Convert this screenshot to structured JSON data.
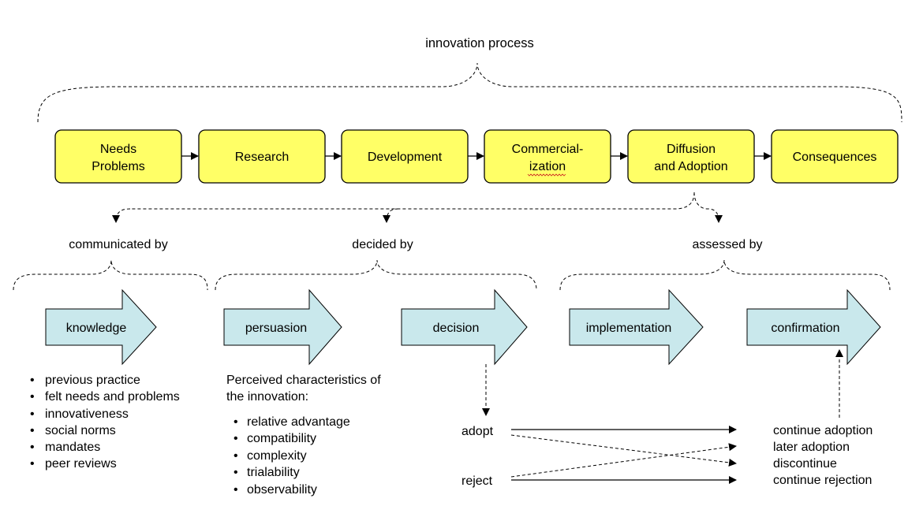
{
  "title": "innovation process",
  "stages": [
    {
      "line1": "Needs",
      "line2": "Problems"
    },
    {
      "line1": "Research",
      "line2": ""
    },
    {
      "line1": "Development",
      "line2": ""
    },
    {
      "line1": "Commercial-",
      "line2": "ization"
    },
    {
      "line1": "Diffusion",
      "line2": "and Adoption"
    },
    {
      "line1": "Consequences",
      "line2": ""
    }
  ],
  "group_labels": {
    "communicated": "communicated by",
    "decided": "decided by",
    "assessed": "assessed by"
  },
  "steps": [
    "knowledge",
    "persuasion",
    "decision",
    "implementation",
    "confirmation"
  ],
  "knowledge_factors": [
    "previous practice",
    "felt needs and problems",
    "innovativeness",
    "social norms",
    "mandates",
    "peer reviews"
  ],
  "persuasion_intro": [
    "Perceived characteristics of",
    "the innovation:"
  ],
  "characteristics": [
    "relative advantage",
    "compatibility",
    "complexity",
    "trialability",
    "observability"
  ],
  "choices": {
    "adopt": "adopt",
    "reject": "reject"
  },
  "outcomes": [
    "continue adoption",
    "later adoption",
    "discontinue",
    "continue rejection"
  ],
  "colors": {
    "stage_fill": "#ffff66",
    "step_fill": "#c9e8ec"
  }
}
